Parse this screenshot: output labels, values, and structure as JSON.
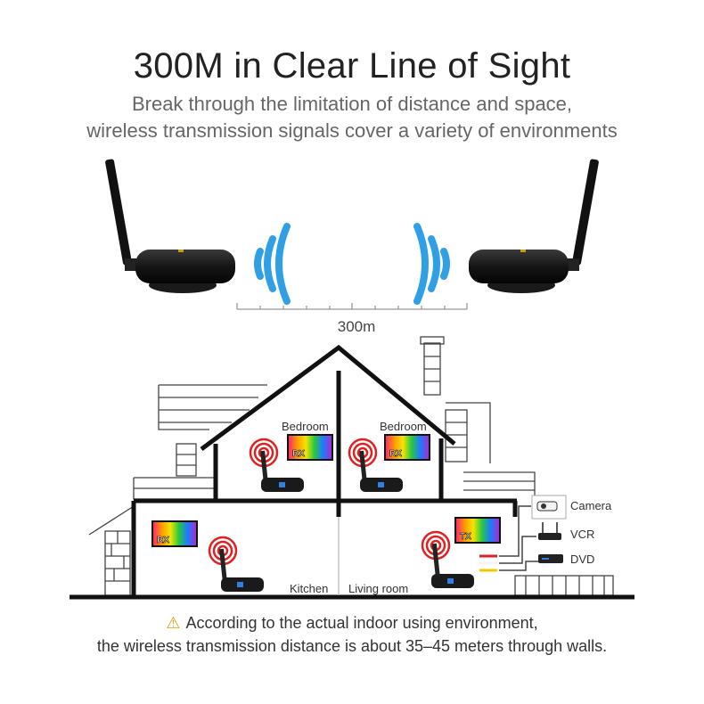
{
  "header": {
    "title": "300M in Clear Line of Sight",
    "subtitle_line1": "Break through the limitation of distance and space,",
    "subtitle_line2": "wireless transmission signals cover a variety of environments"
  },
  "distance_label": "300m",
  "rooms": {
    "bedroom_left": "Bedroom",
    "bedroom_right": "Bedroom",
    "kitchen": "Kitchen",
    "living_room": "Living room"
  },
  "screens": {
    "rx": "RX",
    "tx": "TX"
  },
  "devices": {
    "camera": "Camera",
    "vcr": "VCR",
    "dvd": "DVD"
  },
  "footer": {
    "warning_icon": "warning-icon",
    "line1": "According to the actual indoor using environment,",
    "line2": "the wireless transmission distance is about 35–45 meters through walls."
  },
  "colors": {
    "signal_blue": "#2f9fe6",
    "signal_red": "#e02020",
    "warning": "#e0a000"
  }
}
